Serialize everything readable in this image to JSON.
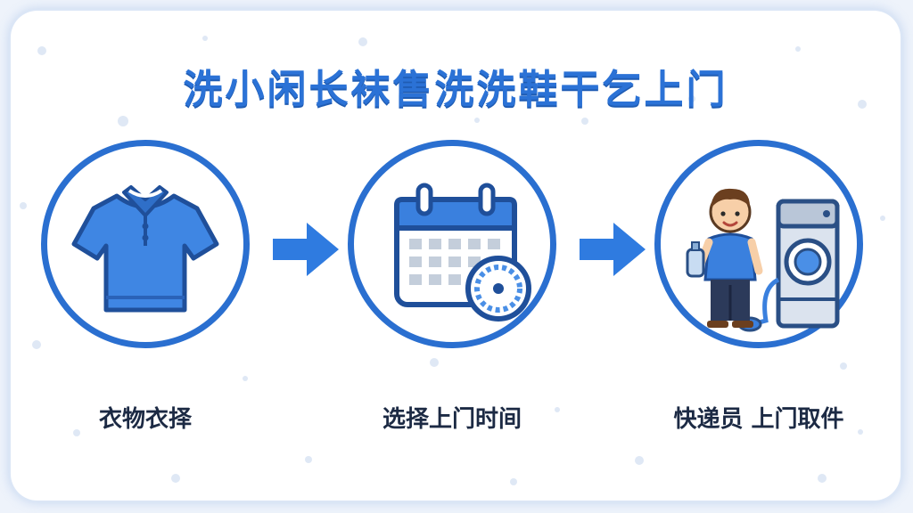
{
  "title": "洗小闲长袜售洗洗鞋干乞上门",
  "steps": [
    {
      "label": "衣物衣择",
      "icon": "polo-shirt-icon"
    },
    {
      "label": "选择上门时间",
      "icon": "calendar-clock-icon"
    },
    {
      "label": "快递员 上门取件",
      "icon": "courier-washing-machine-icon"
    }
  ],
  "colors": {
    "accent": "#2a6fd0",
    "title": "#2b72d6",
    "label": "#1c2a44",
    "arrow": "#2f7be0"
  }
}
